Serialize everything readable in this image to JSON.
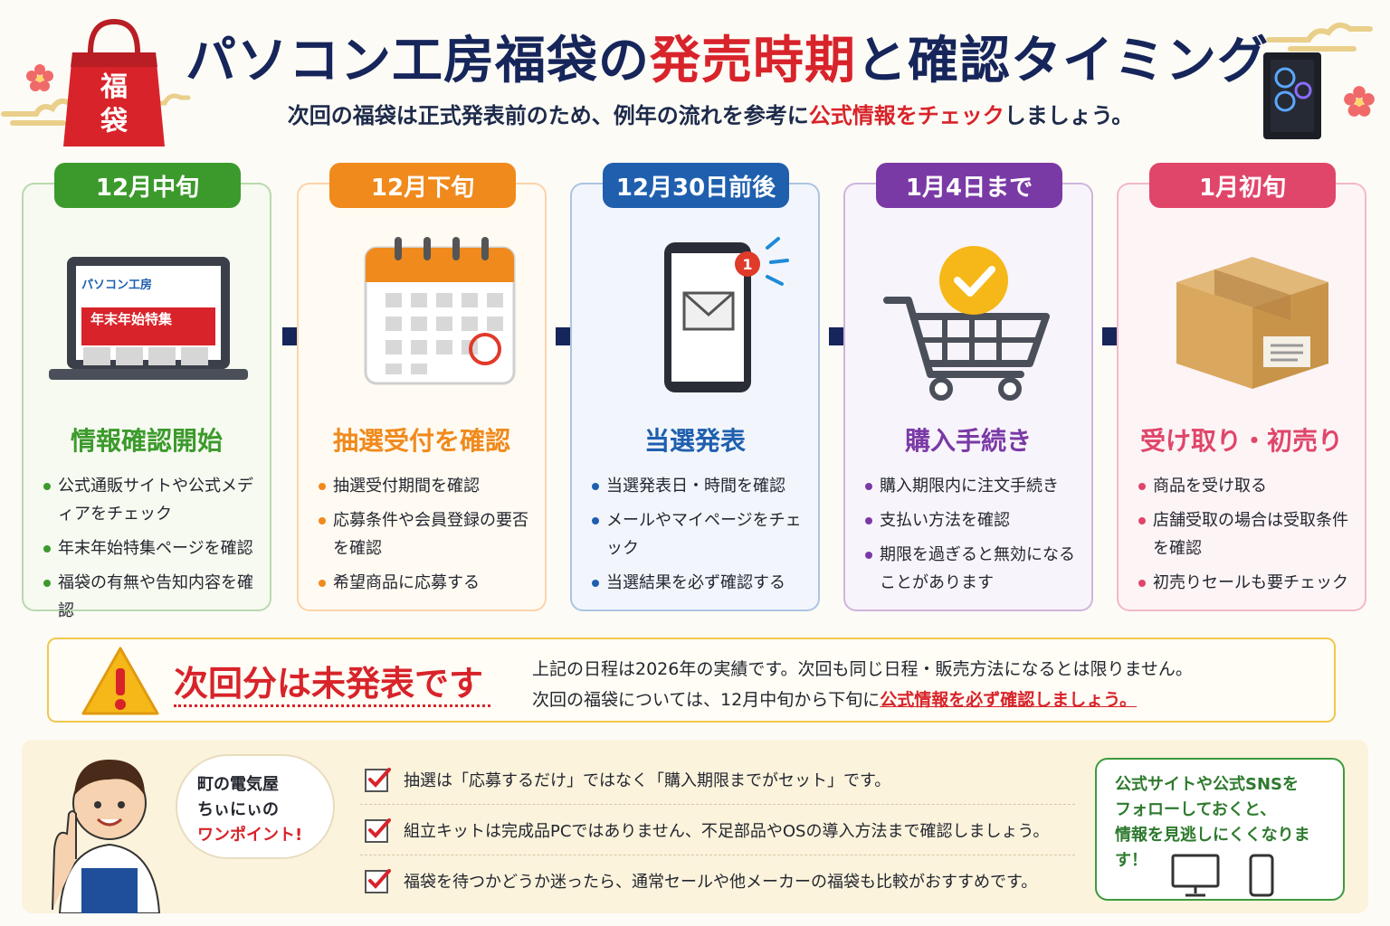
{
  "header": {
    "title_part1": "パソコン工房福袋の",
    "title_accent": "発売時期",
    "title_part2": "と確認タイミング",
    "subtitle_part1": "次回の福袋は正式発表前のため、例年の流れを参考に",
    "subtitle_accent": "公式情報をチェック",
    "subtitle_part2": "しましょう。",
    "bag_label": "福袋"
  },
  "steps": [
    {
      "date": "12月中旬",
      "title": "情報確認開始",
      "color": "#3c9a2c",
      "bg": "#f6faf0",
      "illustration": "laptop-icon",
      "laptop_brand": "パソコン工房",
      "laptop_banner": "年末年始特集",
      "items": [
        "公式通販サイトや公式メディアをチェック",
        "年末年始特集ページを確認",
        "福袋の有無や告知内容を確認"
      ]
    },
    {
      "date": "12月下旬",
      "title": "抽選受付を確認",
      "color": "#f08a1c",
      "bg": "#fffaf2",
      "illustration": "calendar-icon",
      "items": [
        "抽選受付期間を確認",
        "応募条件や会員登録の要否を確認",
        "希望商品に応募する"
      ]
    },
    {
      "date": "12月30日前後",
      "title": "当選発表",
      "color": "#1f5fae",
      "bg": "#f2f6fc",
      "illustration": "smartphone-mail-icon",
      "badge": "1",
      "items": [
        "当選発表日・時間を確認",
        "メールやマイページをチェック",
        "当選結果を必ず確認する"
      ]
    },
    {
      "date": "1月4日まで",
      "title": "購入手続き",
      "color": "#7a3aa6",
      "bg": "#f8f4fb",
      "illustration": "shopping-cart-icon",
      "items": [
        "購入期限内に注文手続き",
        "支払い方法を確認",
        "期限を過ぎると無効になることがあります"
      ]
    },
    {
      "date": "1月初旬",
      "title": "受け取り・初売り",
      "color": "#e0466a",
      "bg": "#fdf4f6",
      "illustration": "cardboard-box-icon",
      "items": [
        "商品を受け取る",
        "店舗受取の場合は受取条件を確認",
        "初売りセールも要チェック"
      ]
    }
  ],
  "notice": {
    "title": "次回分は未発表です",
    "line1": "上記の日程は2026年の実績です。次回も同じ日程・販売方法になるとは限りません。",
    "line2_part1": "次回の福袋については、12月中旬から下旬に",
    "line2_link": "公式情報を必ず確認しましょう。"
  },
  "bottom": {
    "bubble_line1": "町の電気屋",
    "bubble_line2": "ちぃにぃの",
    "bubble_line3": "ワンポイント!",
    "tips": [
      "抽選は「応募するだけ」ではなく「購入期限までがセット」です。",
      "組立キットは完成品PCではありません、不足部品やOSの導入方法まで確認しましょう。",
      "福袋を待つかどうか迷ったら、通常セールや他メーカーの福袋も比較がおすすめです。"
    ],
    "follow_line1": "公式サイトや公式SNSを",
    "follow_line2": "フォローしておくと、",
    "follow_line3": "情報を見逃しにくくなります！"
  }
}
